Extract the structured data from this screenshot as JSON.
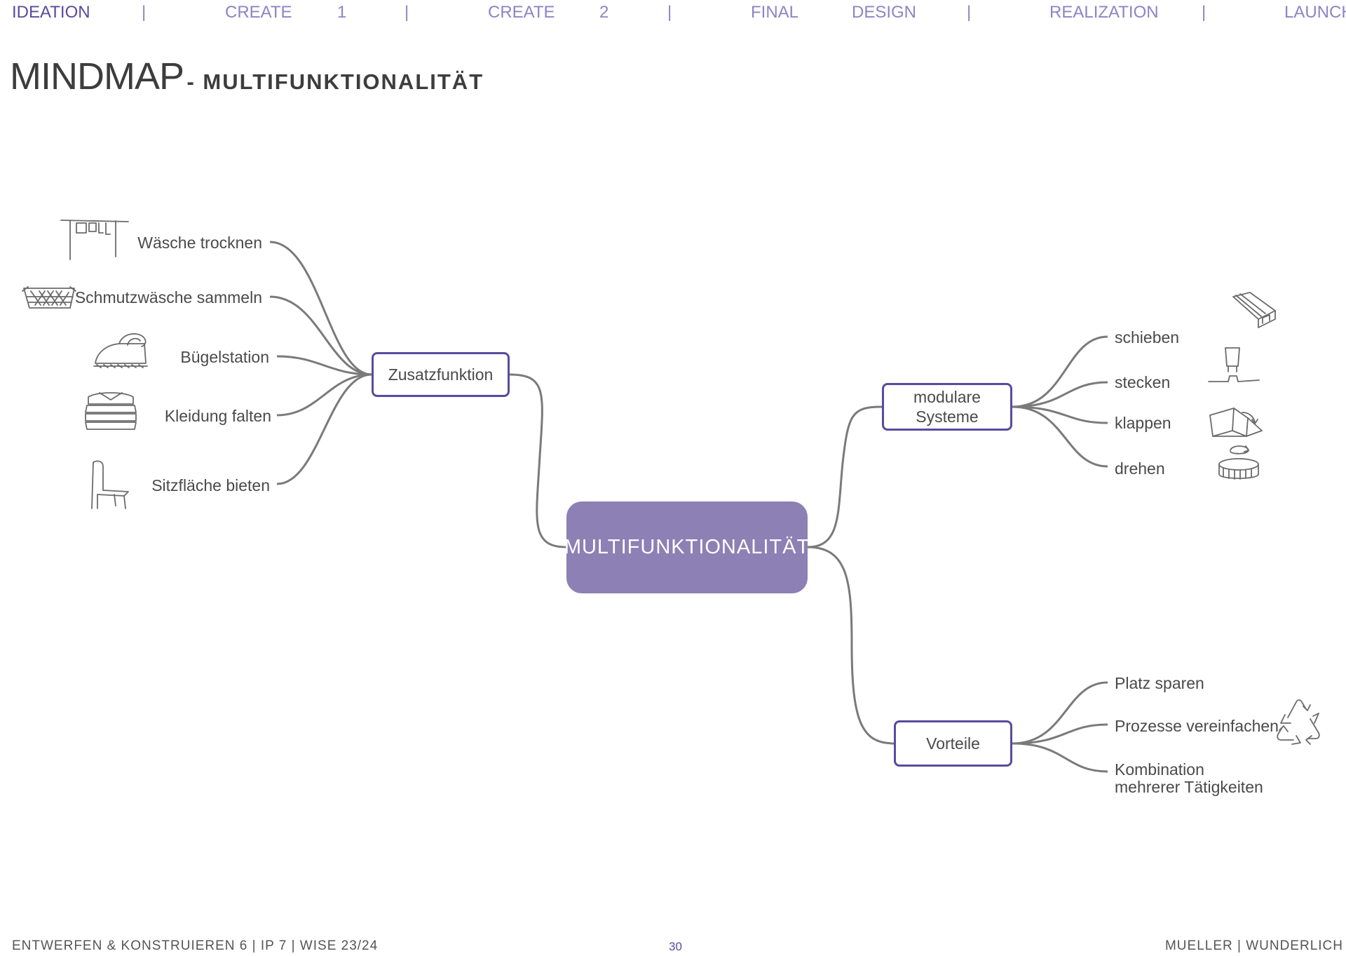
{
  "nav": {
    "ideation": "IDEATION",
    "sep1": "|",
    "create_a": "CREATE",
    "create_a_num": "1",
    "sep2": "|",
    "create_b": "CREATE",
    "create_b_num": "2",
    "sep3": "|",
    "final": "FINAL",
    "design": "DESIGN",
    "sep4": "|",
    "realization": "REALIZATION",
    "sep5": "|",
    "launch": "LAUNCH"
  },
  "title": {
    "main": "MINDMAP",
    "sub": "- MULTIFUNKTIONALITÄT"
  },
  "mindmap": {
    "center": "MULTIFUNKTIONALITÄT",
    "zusatz": {
      "label": "Zusatzfunktion",
      "leaves": [
        "Wäsche trocknen",
        "Schmutzwäsche  sammeln",
        "Bügelstation",
        "Kleidung falten",
        "Sitzfläche bieten"
      ]
    },
    "modular": {
      "label_line1": "modulare",
      "label_line2": "Systeme",
      "leaves": [
        "schieben",
        "stecken",
        "klappen",
        "drehen"
      ]
    },
    "vorteile": {
      "label": "Vorteile",
      "leaves": [
        "Platz sparen",
        "Prozesse vereinfachen"
      ],
      "leaf3_line1": "Kombination",
      "leaf3_line2": "mehrerer Tätigkeiten"
    }
  },
  "icons": {
    "clothesline": "clothesline-icon",
    "laundry_basket": "laundry-basket-icon",
    "iron": "iron-icon",
    "folded_clothes": "folded-clothes-icon",
    "chair": "chair-icon",
    "slide_rail": "slide-rail-icon",
    "plug_in": "plug-in-icon",
    "fold_box": "fold-box-icon",
    "rotate": "rotate-icon",
    "recycle": "recycle-icon"
  },
  "footer": {
    "course": "ENTWERFEN & KONSTRUIEREN 6  |  IP 7  |  WISE 23/24",
    "page": "30",
    "authors": "MUELLER  |  WUNDERLICH"
  },
  "colors": {
    "accent": "#5a4a9e",
    "nav_inactive": "#8e84c4",
    "center_fill": "#8c80b4",
    "connector": "#7a7a7a",
    "text": "#4a4a4a"
  }
}
